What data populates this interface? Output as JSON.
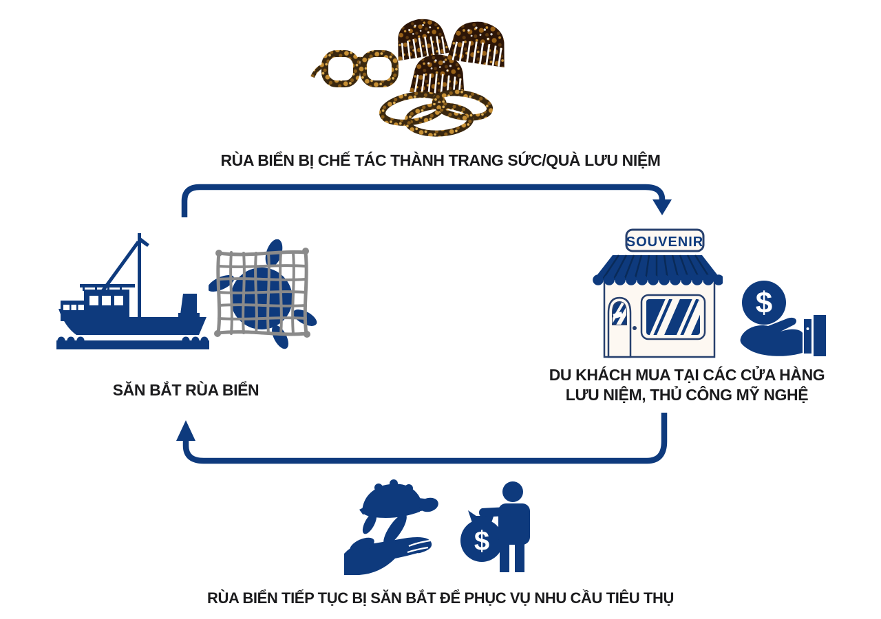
{
  "colors": {
    "navy": "#0e3a7d",
    "navy_dark": "#092a58",
    "net_gray": "#8a8a8a",
    "shop_cream": "#fdf8f2",
    "text": "#1b1b1d"
  },
  "labels": {
    "top": "RÙA BIỂN BỊ CHẾ TÁC THÀNH TRANG SỨC/QUÀ LƯU NIỆM",
    "left": "SĂN BẮT RÙA BIỂN",
    "right_line1": "DU KHÁCH MUA TẠI CÁC CỬA HÀNG",
    "right_line2": "LƯU NIỆM, THỦ CÔNG MỸ NGHỆ",
    "bottom": "RÙA BIỂN TIẾP TỤC BỊ SĂN BẮT ĐỂ PHỤC VỤ NHU CẦU TIÊU THỤ"
  },
  "shop": {
    "sign": "SOUVENIR"
  },
  "symbols": {
    "dollar": "$"
  },
  "icons": {
    "top_photo": "tortoiseshell-products-photo",
    "left_group": [
      "fishing-boat-icon",
      "sea-turtle-in-net-icon"
    ],
    "right_group": [
      "souvenir-shop-icon",
      "hand-receiving-coin-icon"
    ],
    "bottom_group": [
      "hand-holding-sea-turtle-icon",
      "person-with-money-bag-icon"
    ],
    "arrows": [
      "arrow-top-left-to-right",
      "arrow-bottom-right-to-left"
    ]
  }
}
